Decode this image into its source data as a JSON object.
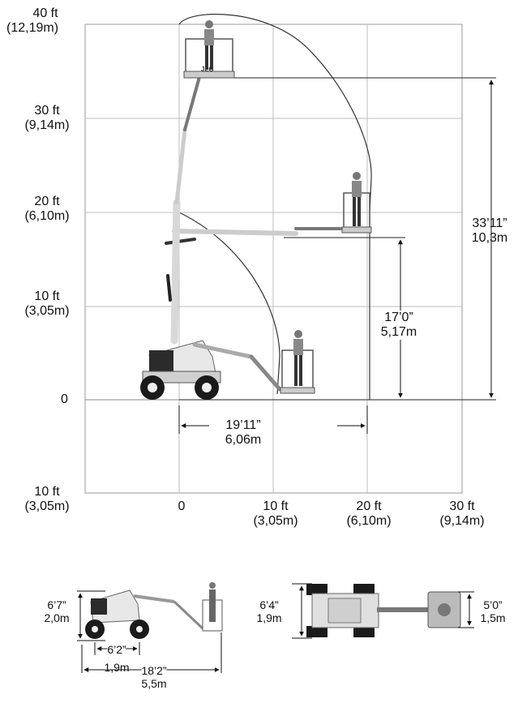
{
  "y_axis_ticks": [
    {
      "ft": "40  ft",
      "m": "(12,19m)"
    },
    {
      "ft": "30  ft",
      "m": "(9,14m)"
    },
    {
      "ft": "20  ft",
      "m": "(6,10m)"
    },
    {
      "ft": "10  ft",
      "m": "(3,05m)"
    },
    {
      "ft": "0",
      "m": ""
    },
    {
      "ft": "10  ft",
      "m": "(3,05m)"
    }
  ],
  "x_axis_ticks": [
    {
      "ft": "0",
      "m": ""
    },
    {
      "ft": "10  ft",
      "m": "(3,05m)"
    },
    {
      "ft": "20  ft",
      "m": "(6,10m)"
    },
    {
      "ft": "30  ft",
      "m": "(9,14m)"
    }
  ],
  "dimensions": {
    "max_height": {
      "imperial": "33’11”",
      "metric": "10,3m"
    },
    "up_over_height": {
      "imperial": "17’0”",
      "metric": "5,17m"
    },
    "horizontal_outreach": {
      "imperial": "19’11”",
      "metric": "6,06m"
    }
  },
  "stowed_side": {
    "height": {
      "imperial": "6’7”",
      "metric": "2,0m"
    },
    "wheelbase": {
      "imperial": "6’2”",
      "metric": "1,9m"
    },
    "length": {
      "imperial": "18’2”",
      "metric": "5,5m"
    }
  },
  "stowed_top": {
    "width": {
      "imperial": "6’4”",
      "metric": "1,9m"
    },
    "platform": {
      "imperial": "5’0”",
      "metric": "1,5m"
    }
  },
  "brand_mark": "JLG"
}
